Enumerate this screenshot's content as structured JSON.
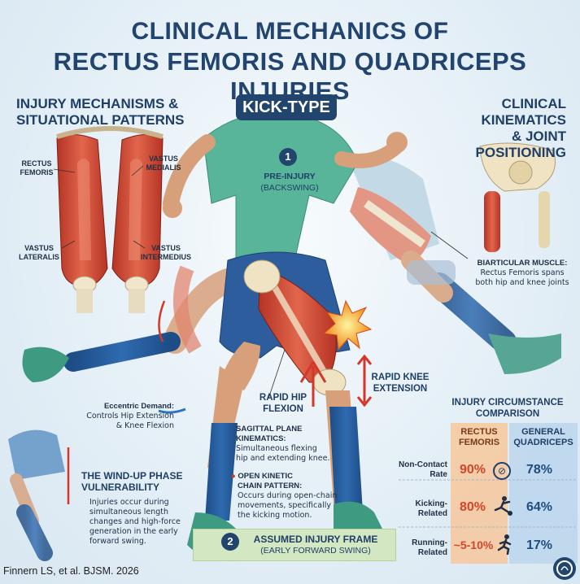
{
  "title": {
    "line1": "CLINICAL MECHANICS OF",
    "line2": "RECTUS FEMORIS AND QUADRICEPS INJURIES"
  },
  "left_section": {
    "heading_line1": "INJURY MECHANISMS &",
    "heading_line2": "SITUATIONAL PATTERNS",
    "muscle_labels": {
      "rectus_femoris_1": "RECTUS",
      "rectus_femoris_2": "FEMORIS",
      "vastus_medialis_1": "VASTUS",
      "vastus_medialis_2": "MEDIALIS",
      "vastus_lateralis_1": "VASTUS",
      "vastus_lateralis_2": "LATERALIS",
      "vastus_intermedius_1": "VASTUS",
      "vastus_intermedius_2": "INTERMEDIUS"
    },
    "eccentric_title": "Eccentric Demand:",
    "eccentric_line1": "Controls Hip Extension",
    "eccentric_line2": "& Knee Flexion",
    "windup_title_1": "THE WIND-UP PHASE",
    "windup_title_2": "VULNERABILITY",
    "windup_text": [
      "Injuries occur during",
      "simultaneous length",
      "changes and high-force",
      "generation in the early",
      "forward swing."
    ]
  },
  "center": {
    "tag": "KICK-TYPE",
    "step1_number": "1",
    "step1_title": "PRE-INJURY",
    "step1_sub": "(BACKSWING)",
    "rapid_hip_1": "RAPID HIP",
    "rapid_hip_2": "FLEXION",
    "rapid_knee_1": "RAPID KNEE",
    "rapid_knee_2": "EXTENSION",
    "sagittal_title_1": "SAGITTAL PLANE",
    "sagittal_title_2": "KINEMATICS:",
    "sagittal_text_1": "Simultaneous flexing",
    "sagittal_text_2": "hip and extending knee.",
    "okc_title_1": "OPEN KINETIC",
    "okc_title_2": "CHAIN PATTERN:",
    "okc_text": [
      "Occurs during open-chain",
      "movements, specifically",
      "the kicking motion."
    ],
    "step2_number": "2",
    "step2_title": "ASSUMED INJURY FRAME",
    "step2_sub": "(EARLY FORWARD SWING)"
  },
  "right_section": {
    "heading_line1": "CLINICAL KINEMATICS",
    "heading_line2": "& JOINT POSITIONING",
    "biarticular_title": "BIARTICULAR MUSCLE:",
    "biarticular_line1": "Rectus Femoris spans",
    "biarticular_line2": "both hip and knee joints"
  },
  "comparison": {
    "heading_1": "INJURY CIRCUMSTANCE",
    "heading_2": "COMPARISON",
    "col_rf_1": "RECTUS",
    "col_rf_2": "FEMORIS",
    "col_gq_1": "GENERAL",
    "col_gq_2": "QUADRICEPS",
    "rows": [
      {
        "label_1": "Non-Contact",
        "label_2": "Rate",
        "rf": "90%",
        "gq": "78%",
        "icon": "no-contact-icon"
      },
      {
        "label_1": "Kicking-",
        "label_2": "Related",
        "rf": "80%",
        "gq": "64%",
        "icon": "kicking-icon"
      },
      {
        "label_1": "Running-",
        "label_2": "Related",
        "rf": "~5-10%",
        "gq": "17%",
        "icon": "running-icon"
      }
    ]
  },
  "footer": {
    "citation": "Finnern LS, et al. BJSM. 2026"
  },
  "colors": {
    "navy": "#21456c",
    "muscle_red": "#d3462c",
    "jersey_green": "#59b59a",
    "shorts_blue": "#2d5d9c",
    "rf_column": "#f7c79b",
    "gq_column": "#bcd6ec"
  }
}
